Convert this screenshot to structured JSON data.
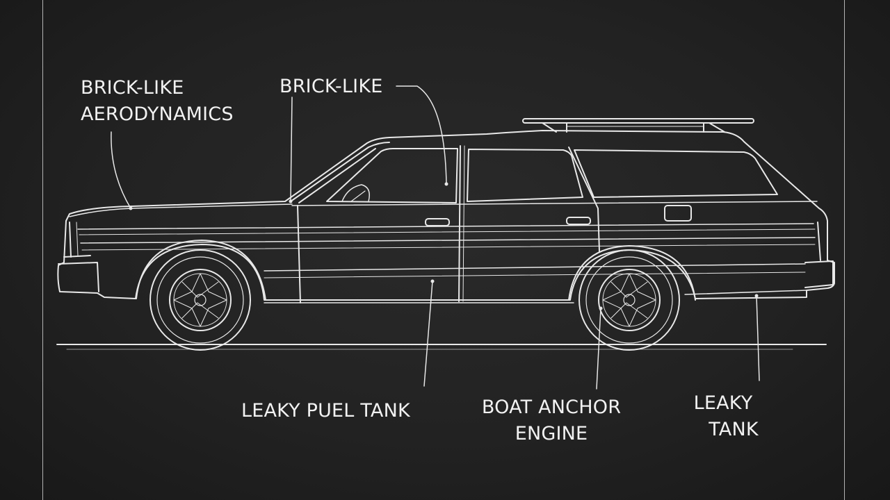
{
  "labels": {
    "aerodynamics": [
      "BRICK-LIKE",
      "AERODYNAMICS"
    ],
    "brick_like": "BRICK-LIKE",
    "fuel_tank": "LEAKY PUEL TANK",
    "engine": [
      "BOAT ANCHOR",
      "ENGINE"
    ],
    "tank": [
      "LEAKY",
      "TANK"
    ]
  },
  "colors": {
    "background": "#222222",
    "line": "#e8e8e8"
  }
}
